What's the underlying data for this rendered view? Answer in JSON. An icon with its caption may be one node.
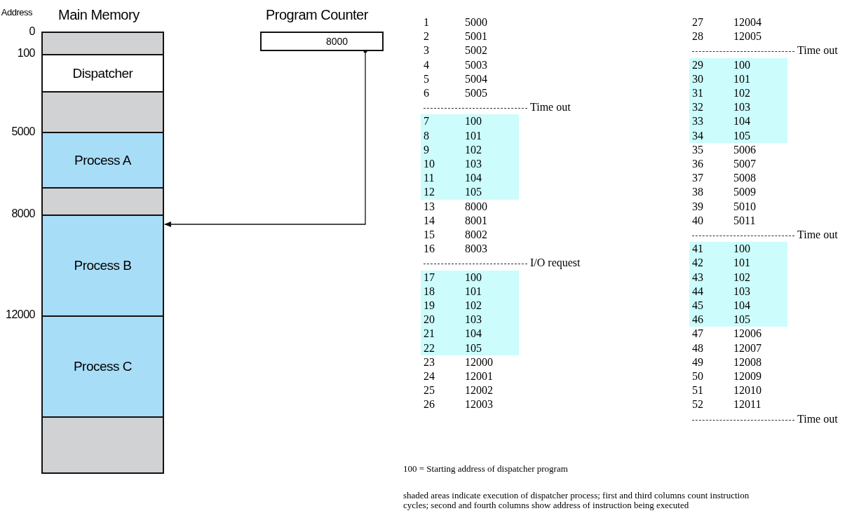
{
  "diagram": {
    "nodes": [
      {
        "text": [
          "Main Memory"
        ]
      },
      {
        "text": [],
        "shape": "box",
        "in": 0
      },
      {
        "text": [
          "Dispatcher"
        ],
        "in": 0
      },
      {
        "text": [],
        "shape": "box",
        "in": 0
      },
      {
        "text": [
          "Process A"
        ],
        "in": 0
      },
      {
        "text": [],
        "shape": "box",
        "in": 0
      },
      {
        "text": [
          "Process B"
        ],
        "in": 0
      },
      {
        "text": [
          "Process C"
        ],
        "in": 0
      },
      {
        "text": [],
        "shape": "box",
        "in": 0
      },
      {
        "text": [
          "Program Counter",
          "8000"
        ]
      }
    ],
    "edges": [
      {
        "from": 9,
        "to": 6,
        "arrow": "to"
      }
    ],
    "labels": [
      "Address",
      "0",
      "100",
      "5000",
      "8000",
      "12000",
      "1",
      "5000",
      "2",
      "5001",
      "3",
      "5002",
      "4",
      "5003",
      "5",
      "5004",
      "6",
      "5005",
      "Time out",
      "7",
      "100",
      "8",
      "101",
      "9",
      "102",
      "10",
      "103",
      "11",
      "104",
      "12",
      "105",
      "13",
      "8000",
      "14",
      "8001",
      "15",
      "8002",
      "16",
      "8003",
      "I/O request",
      "17",
      "100",
      "18",
      "101",
      "19",
      "102",
      "20",
      "103",
      "21",
      "104",
      "22",
      "105",
      "23",
      "12000",
      "24",
      "12001",
      "25",
      "12002",
      "26",
      "12003",
      "27",
      "12004",
      "28",
      "12005",
      "Time out",
      "29",
      "100",
      "30",
      "101",
      "31",
      "102",
      "32",
      "103",
      "33",
      "104",
      "34",
      "105",
      "35",
      "5006",
      "36",
      "5007",
      "37",
      "5008",
      "38",
      "5009",
      "39",
      "5010",
      "40",
      "5011",
      "Time out",
      "41",
      "100",
      "42",
      "101",
      "43",
      "102",
      "44",
      "103",
      "45",
      "104",
      "46",
      "105",
      "47",
      "12006",
      "48",
      "12007",
      "49",
      "12008",
      "50",
      "12009",
      "51",
      "12010",
      "52",
      "12011",
      "Time out",
      "100 = Starting address of dispatcher program",
      "shaded areas indicate execution of dispatcher process; first and third columns count instruction cycles; second and fourth columns show address of instruction being executed"
    ]
  }
}
